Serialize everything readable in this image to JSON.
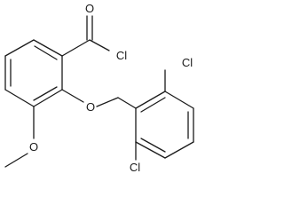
{
  "molecule": {
    "atoms": {
      "o_carbonyl": "O",
      "cl_acyl": "Cl",
      "o_ether": "O",
      "o_methoxy": "O",
      "cl_top": "Cl",
      "cl_bottom": "Cl"
    }
  }
}
